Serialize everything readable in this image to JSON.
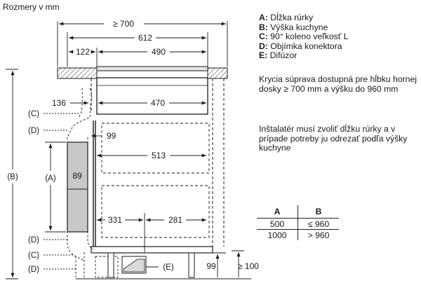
{
  "drawing": {
    "unit_title": "Rozmery v mm",
    "dim_total_width": "≥ 700",
    "dim_612": "612",
    "dim_122": "122",
    "dim_490": "490",
    "dim_136": "136",
    "dim_470": "470",
    "dim_99_upper": "99",
    "dim_513": "513",
    "dim_89": "89",
    "dim_331": "331",
    "dim_281": "281",
    "dim_99_lower": "99",
    "dim_100": "≥ 100",
    "label_B": "(B)",
    "label_A": "(A)",
    "label_C_top": "(C)",
    "label_D_top": "(D)",
    "label_D_mid": "(D)",
    "label_C_bottom": "(C)",
    "label_D_bottom": "(D)",
    "label_E": "(E)"
  },
  "legend": [
    {
      "key": "A:",
      "text": " Dĺžka rúrky"
    },
    {
      "key": "B:",
      "text": " Výška kuchyne"
    },
    {
      "key": "C:",
      "text": " 90° koleno veľkosť L"
    },
    {
      "key": "D:",
      "text": " Objímka konektora"
    },
    {
      "key": "E:",
      "text": " Difúzor"
    }
  ],
  "note_kit": "Krycia súprava dostupná pre hĺbku hornej dosky ≥ 700 mm a výšku do 960 mm",
  "note_installer": "Inštalatér musí zvoliť dĺžku rúrky a v prípade potreby ju odrezať podľa výšky kuchyne",
  "table": {
    "headers": [
      "A",
      "B"
    ],
    "rows": [
      [
        "500",
        "≤ 960"
      ],
      [
        "1000",
        "> 960"
      ]
    ]
  },
  "colors": {
    "line": "#1a1a1a",
    "hatch": "#555555",
    "pipe_fill": "#c8c8c8",
    "appliance_fill": "#f2f2f2"
  }
}
